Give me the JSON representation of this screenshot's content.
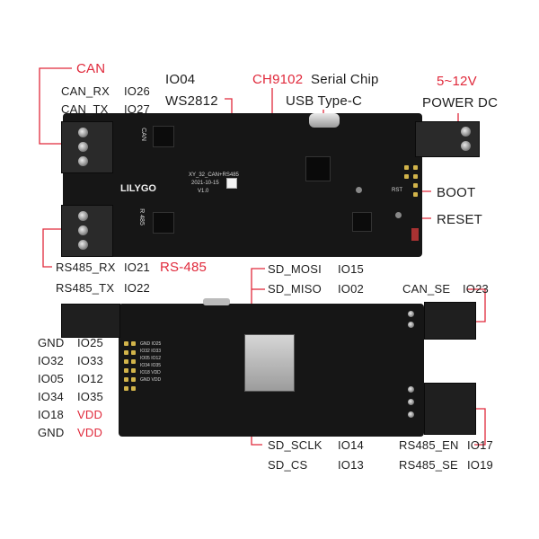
{
  "top": {
    "can": "CAN",
    "can_rx": "CAN_RX",
    "can_rx_io": "IO26",
    "can_tx": "CAN_TX",
    "can_tx_io": "IO27",
    "io04": "IO04",
    "ws2812": "WS2812",
    "ch9102": "CH9102",
    "serial_chip": "Serial Chip",
    "usb_type_c": "USB Type-C",
    "voltage": "5~12V",
    "power_dc": "POWER DC",
    "boot": "BOOT",
    "reset": "RESET",
    "rs485_rx": "RS485_RX",
    "rs485_rx_io": "IO21",
    "rs485": "RS-485",
    "rs485_tx": "RS485_TX",
    "rs485_tx_io": "IO22",
    "board_silk": {
      "logo": "LILYGO",
      "line1": "XY_32_CAN+RS485",
      "line2": "2021-10-15",
      "line3": "V1.0",
      "can_mark": "CAN",
      "r485_mark": "R 485",
      "rst_mark": "RST"
    }
  },
  "bottom": {
    "sd_mosi": "SD_MOSI",
    "sd_mosi_io": "IO15",
    "sd_miso": "SD_MISO",
    "sd_miso_io": "IO02",
    "can_se": "CAN_SE",
    "can_se_io": "IO23",
    "left_pins": [
      {
        "a": "GND",
        "b": "IO25",
        "b_red": false
      },
      {
        "a": "IO32",
        "b": "IO33",
        "b_red": false
      },
      {
        "a": "IO05",
        "b": "IO12",
        "b_red": false
      },
      {
        "a": "IO34",
        "b": "IO35",
        "b_red": false
      },
      {
        "a": "IO18",
        "b": "VDD",
        "b_red": true
      },
      {
        "a": "GND",
        "b": "VDD",
        "b_red": true
      }
    ],
    "sd_sclk": "SD_SCLK",
    "sd_sclk_io": "IO14",
    "sd_cs": "SD_CS",
    "sd_cs_io": "IO13",
    "rs485_en": "RS485_EN",
    "rs485_en_io": "IO17",
    "rs485_se": "RS485_SE",
    "rs485_se_io": "IO19",
    "silk_pins": [
      "GND IO25",
      "IO32 IO33",
      "IO05 IO12",
      "IO34 IO35",
      "IO18 VDD",
      "GND VDD"
    ]
  },
  "colors": {
    "accent_red": "#e0293b",
    "board": "#161616",
    "pin_gold": "#d2b44a"
  }
}
